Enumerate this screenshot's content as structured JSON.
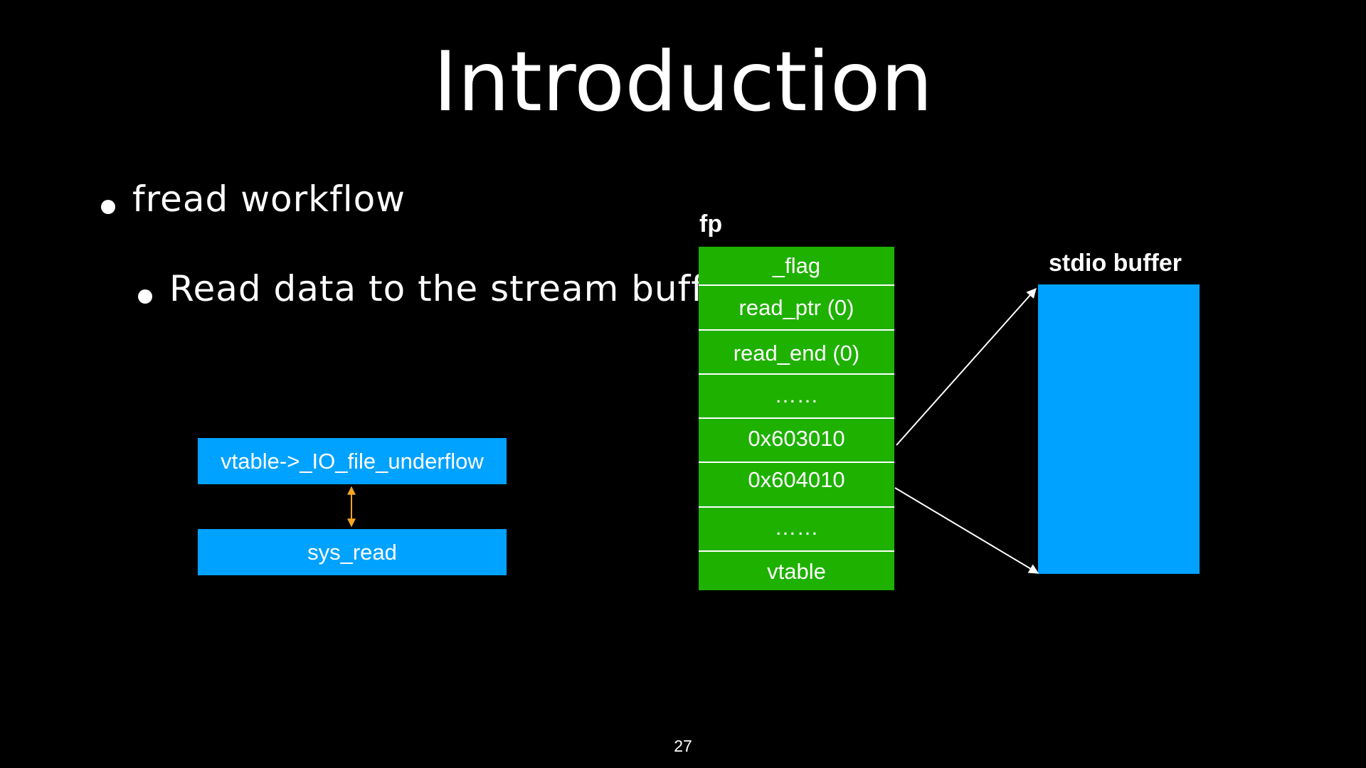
{
  "slide": {
    "title": "Introduction",
    "page_number": "27"
  },
  "bullets": [
    {
      "text": "fread workflow",
      "level": 1
    },
    {
      "text": "Read data to the stream buffer",
      "level": 2
    }
  ],
  "call_flow": {
    "upper_box": "vtable->_IO_file_underflow",
    "lower_box": "sys_read",
    "connector_color": "#F5A623"
  },
  "fp_struct": {
    "label": "fp",
    "color": "#1EB100",
    "fields": [
      "_flag",
      "read_ptr (0)",
      "read_end (0)",
      "……",
      "0x603010",
      "0x604010",
      "……",
      "vtable"
    ]
  },
  "stdio_buffer": {
    "label": "stdio buffer",
    "color": "#00A2FF"
  },
  "colors": {
    "background": "#000000",
    "blue_box": "#00A2FF",
    "text": "#FFFFFF"
  }
}
